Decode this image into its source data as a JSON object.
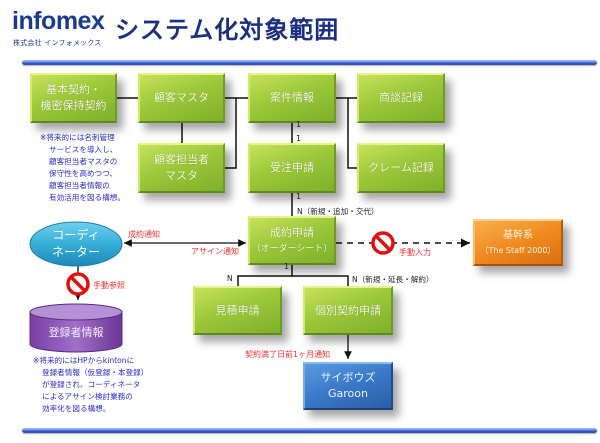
{
  "header": {
    "logo_text": "infomex",
    "logo_subtext": "株式会社 インフォメックス",
    "title": "システム化対象範囲"
  },
  "colors": {
    "title": "#1a2f80",
    "green_box": "#9cc83a",
    "orange_box": "#f08a20",
    "blue_box": "#3a78c8",
    "coordinator": "#3ab0d8",
    "database": "#8a50b0",
    "note_text": "#2a2ad0",
    "alert_text": "#f03030",
    "rule": "#4a6ae0"
  },
  "nodes": {
    "basic_contract": {
      "line1": "基本契約・",
      "line2": "機密保持契約"
    },
    "customer_master": {
      "label": "顧客マスタ"
    },
    "project_info": {
      "label": "案件情報"
    },
    "negotiation_record": {
      "label": "商談記録"
    },
    "customer_contact_master": {
      "line1": "顧客担当者",
      "line2": "マスタ"
    },
    "order_request": {
      "label": "受注申請"
    },
    "complaint_record": {
      "label": "クレーム記録"
    },
    "contract_request": {
      "line1": "成約申請",
      "line2": "（オーダーシート）"
    },
    "coordinator": {
      "line1": "コーディ",
      "line2": "ネーター"
    },
    "core_system": {
      "line1": "基幹系",
      "line2": "（The Staff 2000）"
    },
    "estimate_request": {
      "label": "見積申請"
    },
    "individual_contract_request": {
      "label": "個別契約申請"
    },
    "registrant_info": {
      "label": "登録者情報"
    },
    "garoon": {
      "line1": "サイボウズ",
      "line2": "Garoon"
    }
  },
  "notes": {
    "note_top": [
      "※将来的には名刺管理",
      "サービスを導入し、",
      "顧客担当者マスタの",
      "保守性を高めつつ、",
      "顧客担当者情報の",
      "有効活用を図る構想。"
    ],
    "note_bottom": [
      "※将来的にはHPからkintonに",
      "登録者情報（仮登録・本登録）",
      "が登録され、コーディネータ",
      "によるアサイン検討業務の",
      "効率化を図る構想。"
    ]
  },
  "edge_labels": {
    "project_cardinality_top": "1",
    "order_cardinality_top": "1",
    "order_cardinality_bottom": "1",
    "contract_n_label": "N（新規・追加・交代）",
    "contract_bottom_1": "1",
    "estimate_n": "N",
    "individual_n_label": "N（新規・延長・解約）",
    "contract_notice": "成約通知",
    "assign_notice": "アサイン通知",
    "manual_input": "手動入力",
    "manual_reference": "手動参照",
    "expiry_notice": "契約満了日前1ヶ月通知"
  }
}
